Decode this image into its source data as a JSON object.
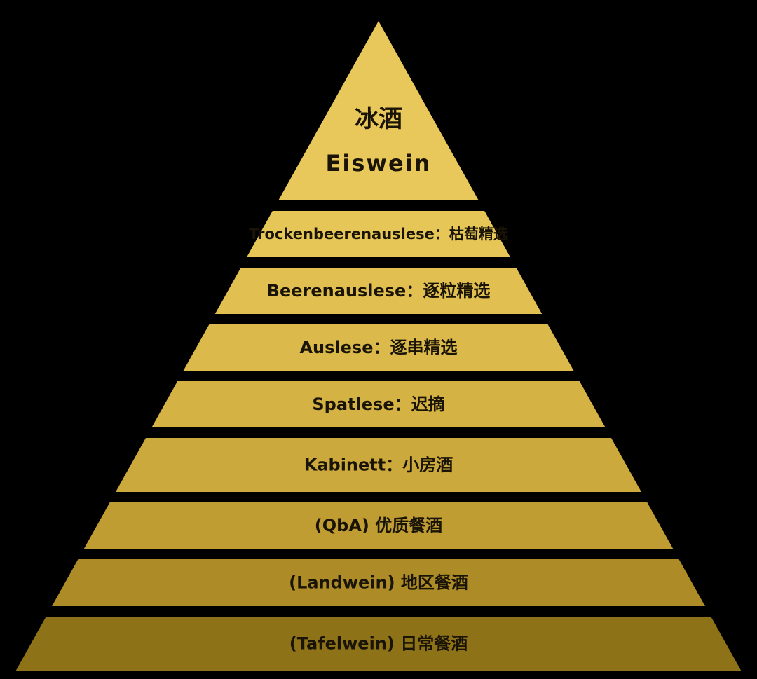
{
  "diagram": {
    "tiers": [
      {
        "lines": [
          "冰酒",
          "Eiswein"
        ],
        "color": "#e8c85a"
      },
      {
        "lines": [
          "Trockenbeerenauslese：枯萄精选"
        ],
        "color": "#e6c657"
      },
      {
        "lines": [
          "Beerenauslese：逐粒精选"
        ],
        "color": "#e1c051"
      },
      {
        "lines": [
          "Auslese：逐串精选"
        ],
        "color": "#dbb94a"
      },
      {
        "lines": [
          "Spatlese：迟摘"
        ],
        "color": "#d5b244"
      },
      {
        "lines": [
          "Kabinett：小房酒"
        ],
        "color": "#cca93c"
      },
      {
        "lines": [
          "(QbA) 优质餐酒"
        ],
        "color": "#c09d32"
      },
      {
        "lines": [
          "(Landwein) 地区餐酒"
        ],
        "color": "#ad8c27"
      },
      {
        "lines": [
          "(Tafelwein) 日常餐酒"
        ],
        "color": "#8e7218"
      }
    ]
  }
}
